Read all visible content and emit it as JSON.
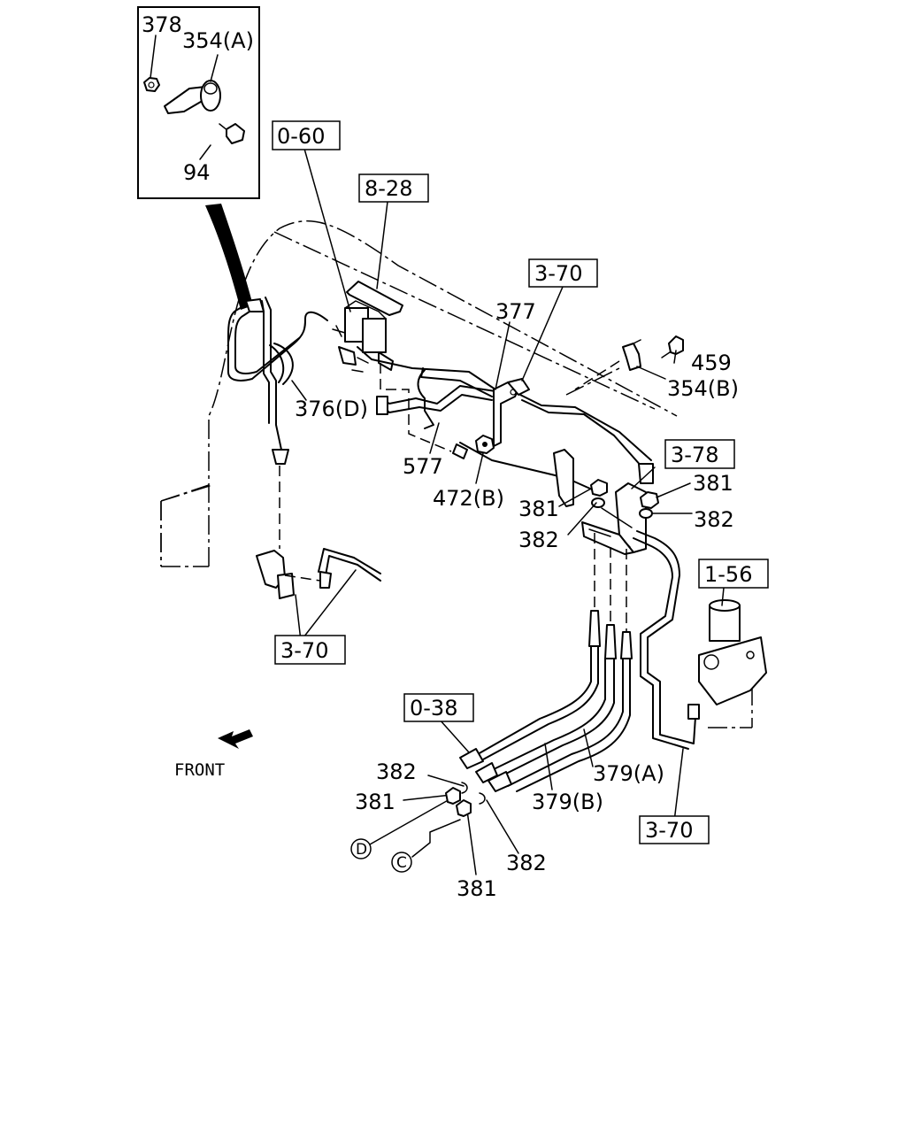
{
  "part_labels": {
    "p378": "378",
    "p354a": "354(A)",
    "p94": "94",
    "p376d": "376(D)",
    "p377": "377",
    "p459": "459",
    "p354b": "354(B)",
    "p577": "577",
    "p472b": "472(B)",
    "p381_top": "381",
    "p382_top": "382",
    "p381_mid": "381",
    "p382_mid": "382",
    "p382_bot_left": "382",
    "p381_bot_left": "381",
    "p379b": "379(B)",
    "p379a": "379(A)",
    "p382_bot_right": "382",
    "p381_bot": "381"
  },
  "ref_boxes": {
    "r060": "0-60",
    "r828": "8-28",
    "r370_top": "3-70",
    "r378": "3-78",
    "r156": "1-56",
    "r370_left": "3-70",
    "r038": "0-38",
    "r370_bottom": "3-70"
  },
  "front_label": "FRONT",
  "circle_markers": {
    "d": "D",
    "c": "C"
  }
}
